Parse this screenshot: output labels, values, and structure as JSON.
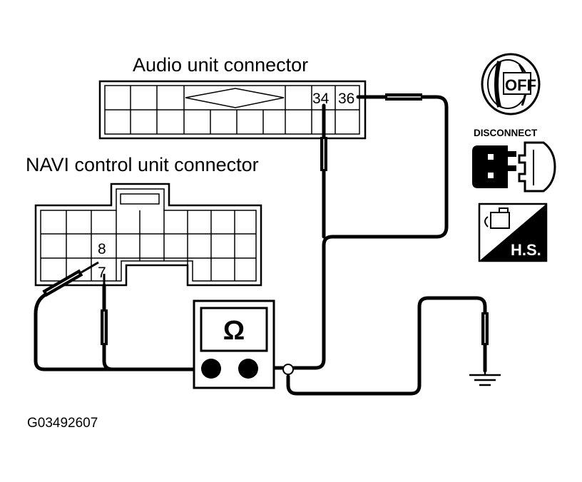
{
  "labels": {
    "audio_connector": "Audio unit connector",
    "navi_connector": "NAVI control unit connector",
    "figure_id": "G03492607"
  },
  "pins": {
    "audio_a": "34",
    "audio_b": "36",
    "navi_a": "8",
    "navi_b": "7"
  },
  "meter": {
    "symbol": "Ω"
  },
  "icons": {
    "ignition": {
      "name": "ignition-off-icon",
      "text": "OFF"
    },
    "disconnect": {
      "name": "disconnect-icon",
      "text": "DISCONNECT"
    },
    "harness": {
      "name": "harness-side-icon",
      "text": "H.S."
    }
  }
}
